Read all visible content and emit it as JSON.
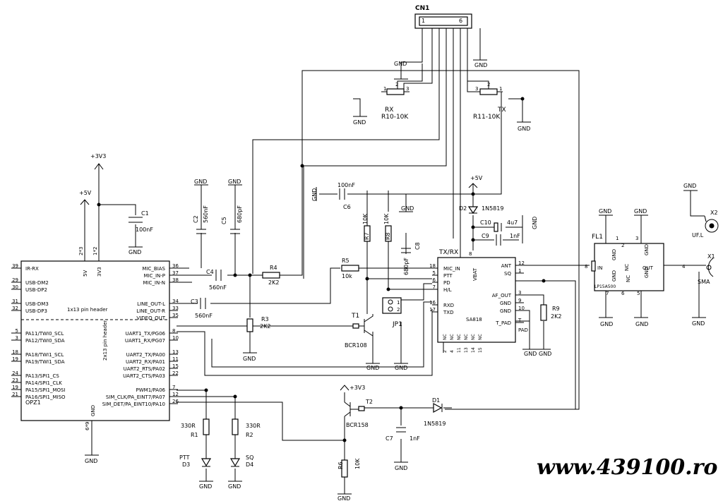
{
  "labels": {
    "gnd": "GND",
    "v3": "+3V3",
    "v5": "+5V",
    "cn1": "CN1",
    "cn1_p1": "1",
    "cn1_p6": "6",
    "rx": "RX",
    "r10": "R10-10K",
    "tx": "TX",
    "r11": "R11-10K",
    "c1": "C1",
    "c1v": "100nF",
    "c2": "C2",
    "c2v": "560nF",
    "c5": "C5",
    "c5v": "680pF",
    "c4": "C4",
    "c4v": "560nF",
    "c3": "C3",
    "c3v": "560nF",
    "r4": "R4",
    "r4v": "2K2",
    "r3": "R3",
    "r3v": "2K2",
    "r5": "R5",
    "r5v": "10k",
    "r7": "R7",
    "r7v": "10K",
    "r8": "R8",
    "r8v": "10K",
    "c8": "C8",
    "c8v": "680pF",
    "c6": "C6",
    "c6v": "100nF",
    "d2": "D2",
    "d2v": "1N5819",
    "c10": "C10",
    "c10v": "4u7",
    "c9": "C9",
    "c9v": "1nF",
    "txrx": "TX/RX",
    "sa818": "SA818",
    "t1": "T1",
    "t1v": "BCR108",
    "jp1": "JP1",
    "r9": "R9",
    "r9v": "2K2",
    "fl1": "FL1",
    "lp": "LP15A500",
    "x1": "X1",
    "sma": "SMA",
    "x2": "X2",
    "ufl": "UF.L",
    "t2": "T2",
    "t2v": "BCR158",
    "d1": "D1",
    "d1v": "1N5819",
    "c7": "C7",
    "c7v": "1nF",
    "r6": "R6",
    "r6v": "10K",
    "r1": "R1",
    "r1v": "330R",
    "r2": "R2",
    "r2v": "330R",
    "d3": "D3",
    "d3n": "PTT",
    "d4": "D4",
    "d4n": "SQ",
    "opz1": "OPZ1",
    "header1": "1x13 pin header",
    "header2": "2x13 pin header",
    "site": "www.439100.ro"
  },
  "opz_left_pins": [
    {
      "num": "39",
      "name": "IR-RX"
    },
    {
      "num": "29",
      "name": "USB-DM2"
    },
    {
      "num": "30",
      "name": "USB-DP2"
    },
    {
      "num": "31",
      "name": "USB-DM3"
    },
    {
      "num": "32",
      "name": "USB-DP3"
    },
    {
      "num": "5",
      "name": "PA11/TWI0_SCL"
    },
    {
      "num": "3",
      "name": "PA12/TWI0_SDA"
    },
    {
      "num": "18",
      "name": "PA18/TWI1_SCL"
    },
    {
      "num": "19",
      "name": "PA19/TWI1_SDA"
    },
    {
      "num": "24",
      "name": "PA13/SPI1_CS"
    },
    {
      "num": "23",
      "name": "PA14/SPI1_CLK"
    },
    {
      "num": "19",
      "name": "PA15/SPI1_MOSI"
    },
    {
      "num": "21",
      "name": "PA16/SPI1_MISO"
    }
  ],
  "opz_right_pins": [
    {
      "num": "36",
      "name": "MIC_BIAS"
    },
    {
      "num": "37",
      "name": "MIC_IN-P"
    },
    {
      "num": "38",
      "name": "MIC_IN-N"
    },
    {
      "num": "34",
      "name": "LINE_OUT-L"
    },
    {
      "num": "33",
      "name": "LINE_OUT-R"
    },
    {
      "num": "35",
      "name": "VIDEO_OUT"
    },
    {
      "num": "8",
      "name": "UART1_TX/PG06"
    },
    {
      "num": "10",
      "name": "UART1_RX/PG07"
    },
    {
      "num": "13",
      "name": "UART2_TX/PA00"
    },
    {
      "num": "11",
      "name": "UART2_RX/PA01"
    },
    {
      "num": "15",
      "name": "UART2_RTS/PA02"
    },
    {
      "num": "22",
      "name": "UART2_CTS/PA03"
    },
    {
      "num": "7",
      "name": "PWM1/PA06"
    },
    {
      "num": "12",
      "name": "SIM_CLK/PA_EINT7/PA07"
    },
    {
      "num": "26",
      "name": "SIM_DET/PA_EINT10/PA10"
    }
  ],
  "opz_top_pins": [
    {
      "num": "2*3",
      "name": "5V"
    },
    {
      "num": "1*2",
      "name": "3V3"
    }
  ],
  "opz_bottom_pin": {
    "num": "6*9",
    "name": "GND"
  },
  "sa_left_pins": [
    {
      "num": "18",
      "name": "MIC_IN"
    },
    {
      "num": "5",
      "name": "PTT"
    },
    {
      "num": "6",
      "name": "PD"
    },
    {
      "num": "7",
      "name": "H/L"
    },
    {
      "num": "16",
      "name": "RXD"
    },
    {
      "num": "17",
      "name": "TXD"
    }
  ],
  "sa_right_pins": [
    {
      "num": "12",
      "name": "ANT"
    },
    {
      "num": "1",
      "name": "SQ"
    },
    {
      "num": "3",
      "name": "AF_OUT"
    },
    {
      "num": "9",
      "name": "GND"
    },
    {
      "num": "10",
      "name": "GND"
    },
    {
      "num": "T",
      "name": "T_PAD"
    }
  ],
  "sa_top_pin": {
    "num": "8",
    "name": "VBAT"
  },
  "sa_bottom_pins": [
    {
      "num": "2",
      "name": "NC"
    },
    {
      "num": "4",
      "name": "NC"
    },
    {
      "num": "11",
      "name": "NC"
    },
    {
      "num": "13",
      "name": "NC"
    },
    {
      "num": "14",
      "name": "NC"
    },
    {
      "num": "15",
      "name": "NC"
    }
  ],
  "fl1_pins": {
    "p1": "1",
    "p2": "2",
    "p3": "3",
    "p4": "4",
    "p5": "5",
    "p6": "6",
    "p7": "7",
    "p8": "8",
    "in": "IN",
    "out": "OUT",
    "nc": "NC"
  },
  "misc": {
    "pad": "PAD",
    "p1": "1",
    "p2": "2",
    "p3": "3",
    "dot": "."
  }
}
